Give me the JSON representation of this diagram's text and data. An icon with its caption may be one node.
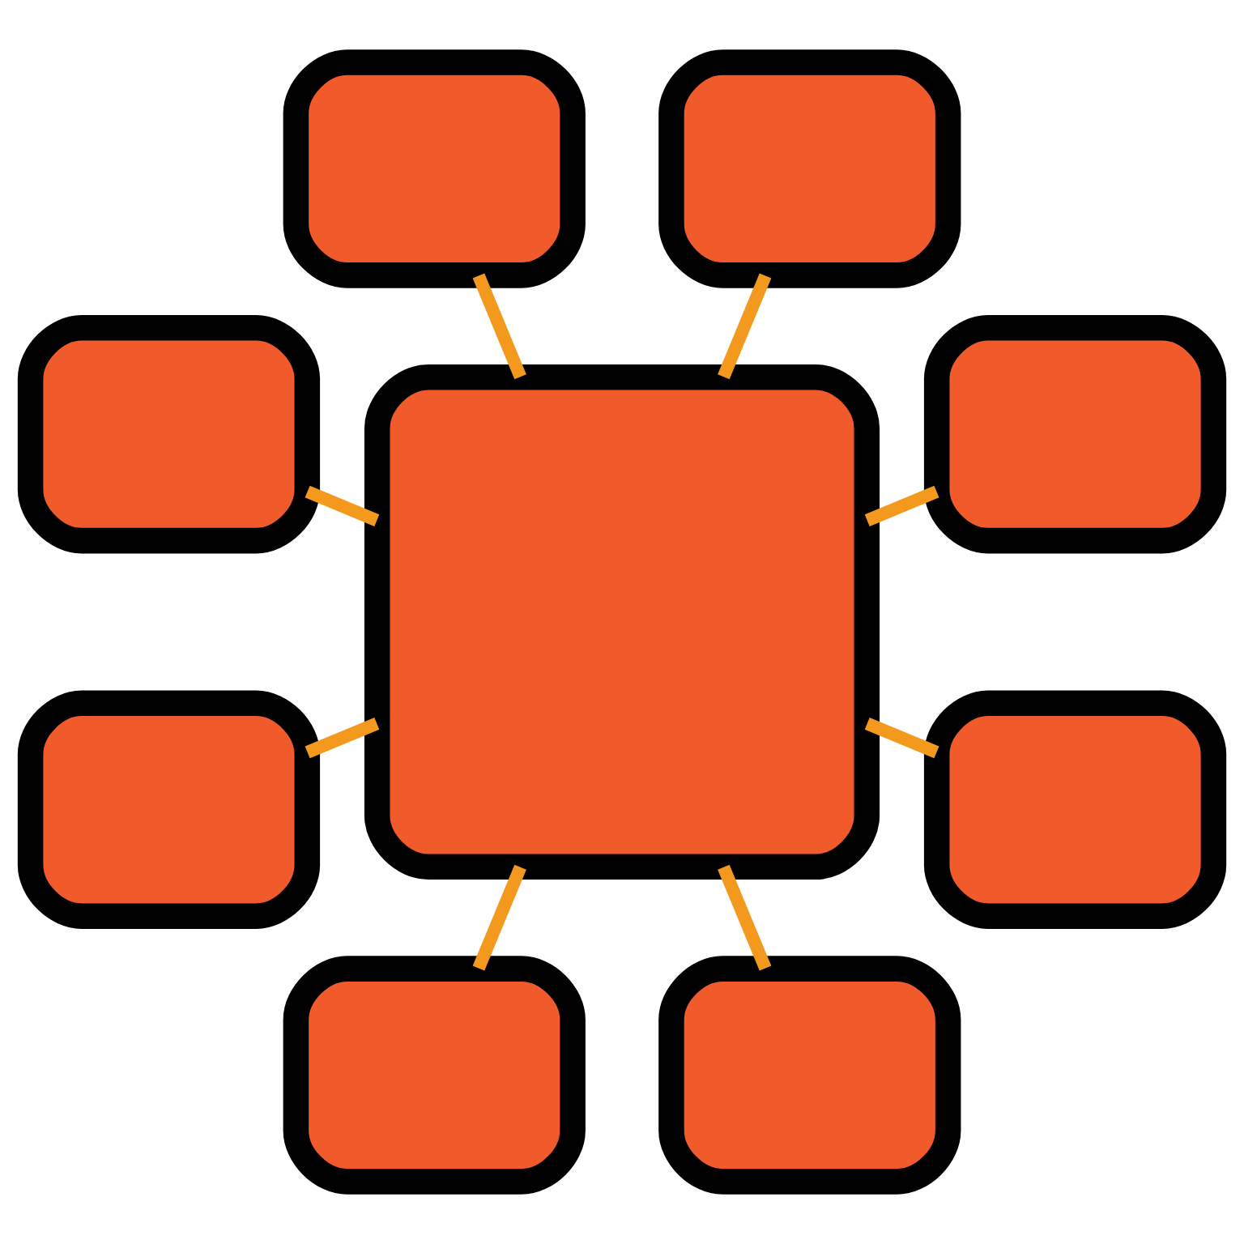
{
  "diagram": {
    "nodes": [
      {
        "text": [],
        "shape": "box"
      },
      {
        "text": [],
        "shape": "box"
      },
      {
        "text": [],
        "shape": "box"
      },
      {
        "text": [],
        "shape": "box"
      },
      {
        "text": [],
        "shape": "box"
      },
      {
        "text": [],
        "shape": "box"
      },
      {
        "text": [],
        "shape": "box"
      },
      {
        "text": [],
        "shape": "box"
      },
      {
        "text": [],
        "shape": "box"
      }
    ],
    "edges": [
      {
        "from": 0,
        "to": 1,
        "arrow": "none"
      },
      {
        "from": 0,
        "to": 2,
        "arrow": "none"
      },
      {
        "from": 0,
        "to": 3,
        "arrow": "none"
      },
      {
        "from": 0,
        "to": 4,
        "arrow": "none"
      },
      {
        "from": 0,
        "to": 5,
        "arrow": "none"
      },
      {
        "from": 0,
        "to": 6,
        "arrow": "none"
      },
      {
        "from": 0,
        "to": 7,
        "arrow": "none"
      },
      {
        "from": 0,
        "to": 8,
        "arrow": "none"
      }
    ]
  }
}
